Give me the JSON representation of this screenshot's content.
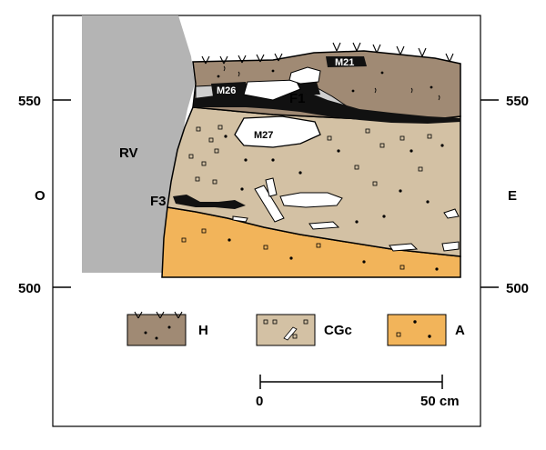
{
  "elevations": {
    "upper": "550",
    "lower": "500"
  },
  "orientation": {
    "west": "O",
    "east": "E"
  },
  "features": {
    "rv": "RV",
    "f1": "F1",
    "f3": "F3",
    "m21": "M21",
    "m26": "M26",
    "m27": "M27"
  },
  "legend": [
    {
      "code": "H",
      "swatch": "humus"
    },
    {
      "code": "CGc",
      "swatch": "gravel"
    },
    {
      "code": "A",
      "swatch": "sand"
    }
  ],
  "scale": {
    "start": "0",
    "end": "50 cm"
  },
  "colors": {
    "humus": "#a08a74",
    "gravel": "#d3c1a4",
    "sand": "#f2b45a",
    "rock": "#b4b4b4",
    "hearth": "#111111",
    "ash": "#cfcfcf"
  }
}
